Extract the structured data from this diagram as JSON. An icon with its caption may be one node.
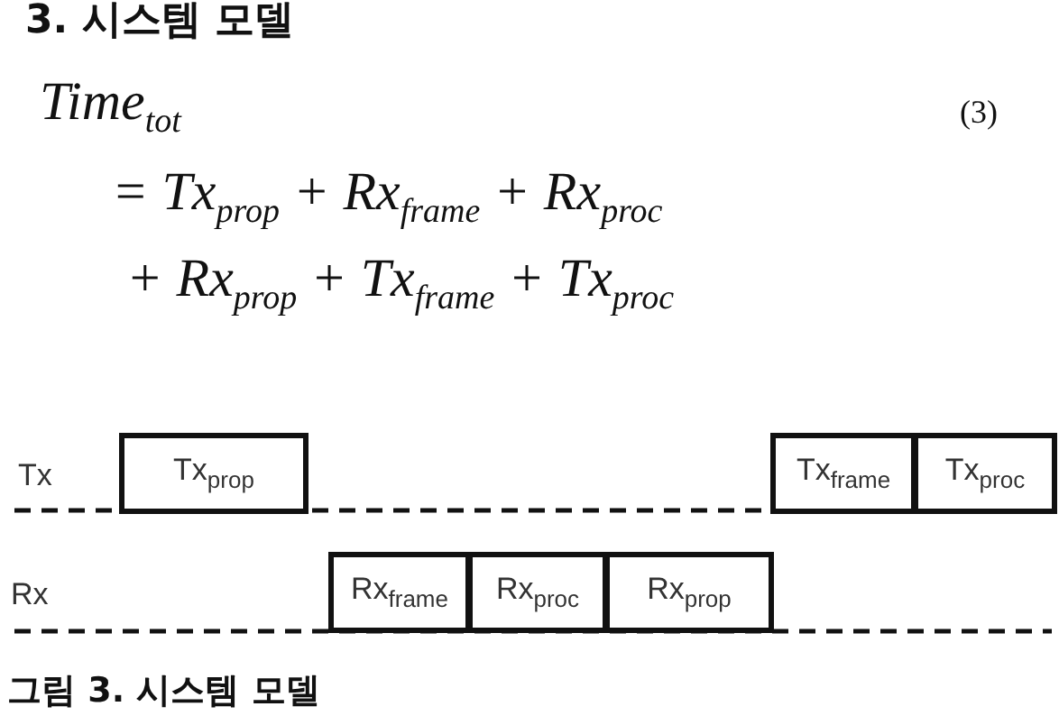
{
  "diagram": {
    "title": "3. 시스템 모델",
    "caption": "그림 3. 시스템 모델",
    "nodes": [
      {
        "text": [
          "Tx$_{prop}$"
        ]
      },
      {
        "text": [
          "Tx$_{frame}$"
        ]
      },
      {
        "text": [
          "Tx$_{proc}$"
        ]
      },
      {
        "text": [
          "Rx$_{frame}$"
        ]
      },
      {
        "text": [
          "Rx$_{proc}$"
        ]
      },
      {
        "text": [
          "Rx$_{prop}$"
        ]
      }
    ],
    "labels": [
      "Time$_{tot}$",
      "(3)",
      "= Tx$_{prop}$ + Rx$_{frame}$ + Rx$_{proc}$",
      "+ Rx$_{prop}$ + Tx$_{frame}$ + Tx$_{proc}$",
      "Tx",
      "Rx"
    ]
  }
}
